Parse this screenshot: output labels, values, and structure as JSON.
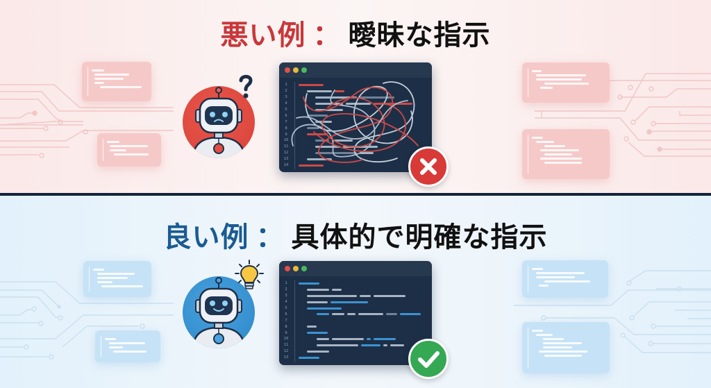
{
  "bad_example": {
    "label": "悪い例",
    "colon": "：",
    "description": "曖昧な指示",
    "accent_color": "#c8373a",
    "robot_expression": "confused",
    "robot_accessory_icon": "question-mark-icon",
    "status_icon": "x-mark-icon",
    "status_color": "#d83a38",
    "editor": {
      "line_numbers": [
        "1",
        "2",
        "3",
        "4",
        "5",
        "6",
        "7",
        "8",
        "9",
        "10",
        "11",
        "12",
        "13",
        "14"
      ],
      "rows": [
        [
          {
            "w": 36,
            "c": "red",
            "indent": 0
          }
        ],
        [
          {
            "w": 36,
            "c": "gray",
            "indent": 12
          },
          {
            "w": 14,
            "c": "red"
          }
        ],
        [
          {
            "w": 60,
            "c": "gray",
            "indent": 24
          },
          {
            "w": 50,
            "c": "dim"
          }
        ],
        [
          {
            "w": 40,
            "c": "gray",
            "indent": 24
          },
          {
            "w": 36,
            "c": "gray"
          },
          {
            "w": 56,
            "c": "red"
          }
        ],
        [
          {
            "w": 40,
            "c": "gray",
            "indent": 24
          }
        ],
        [
          {
            "w": 30,
            "c": "dim",
            "indent": 12
          }
        ],
        [
          {
            "w": 24,
            "c": "gray",
            "indent": 24
          }
        ],
        [
          {
            "w": 18,
            "c": "dim",
            "indent": 12
          }
        ],
        [
          {
            "w": 30,
            "c": "red",
            "indent": 12
          }
        ],
        [
          {
            "w": 20,
            "c": "dim",
            "indent": 24
          },
          {
            "w": 30,
            "c": "gray"
          }
        ],
        [
          {
            "w": 36,
            "c": "gray",
            "indent": 24
          },
          {
            "w": 50,
            "c": "gray"
          }
        ],
        [
          {
            "w": 60,
            "c": "dim",
            "indent": 24
          },
          {
            "w": 20,
            "c": "gray"
          }
        ],
        [
          {
            "w": 36,
            "c": "gray",
            "indent": 12
          }
        ],
        [
          {
            "w": 36,
            "c": "red",
            "indent": 0
          }
        ]
      ]
    }
  },
  "good_example": {
    "label": "良い例",
    "colon": "：",
    "description": "具体的で明確な指示",
    "accent_color": "#1a5b93",
    "robot_expression": "smiling",
    "robot_accessory_icon": "lightbulb-icon",
    "status_icon": "checkmark-icon",
    "status_color": "#34a853",
    "editor": {
      "line_numbers": [
        "1",
        "2",
        "3",
        "4",
        "5",
        "6",
        "7",
        "8",
        "9",
        "10",
        "11",
        "12",
        "13"
      ],
      "rows": [
        [
          {
            "w": 30,
            "c": "blue",
            "indent": 0
          }
        ],
        [
          {
            "w": 32,
            "c": "gray",
            "indent": 12
          },
          {
            "w": 14,
            "c": "gray"
          }
        ],
        [
          {
            "w": 72,
            "c": "gray",
            "indent": 12
          },
          {
            "w": 16,
            "c": "gray"
          },
          {
            "w": 46,
            "c": "gray"
          }
        ],
        [
          {
            "w": 30,
            "c": "gray",
            "indent": 12
          },
          {
            "w": 54,
            "c": "blue"
          }
        ],
        [
          {
            "w": 50,
            "c": "blue",
            "indent": 12
          }
        ],
        [
          {
            "w": 18,
            "c": "blue",
            "indent": 26
          },
          {
            "w": 18,
            "c": "gray"
          },
          {
            "w": 12,
            "c": "gray"
          },
          {
            "w": 36,
            "c": "gray"
          },
          {
            "w": 16,
            "c": "dim"
          },
          {
            "w": 30,
            "c": "blue"
          }
        ],
        [],
        [
          {
            "w": 14,
            "c": "gray",
            "indent": 12
          }
        ],
        [
          {
            "w": 30,
            "c": "blue",
            "indent": 12
          }
        ],
        [
          {
            "w": 18,
            "c": "gray",
            "indent": 26
          },
          {
            "w": 46,
            "c": "gray"
          },
          {
            "w": 6,
            "c": "blue"
          },
          {
            "w": 32,
            "c": "blue"
          }
        ],
        [
          {
            "w": 60,
            "c": "gray",
            "indent": 26
          },
          {
            "w": 28,
            "c": "blue"
          },
          {
            "w": 6,
            "c": "gray"
          },
          {
            "w": 20,
            "c": "gray"
          }
        ],
        [
          {
            "w": 32,
            "c": "gray",
            "indent": 12
          }
        ],
        [
          {
            "w": 30,
            "c": "blue",
            "indent": 0
          }
        ]
      ]
    }
  }
}
